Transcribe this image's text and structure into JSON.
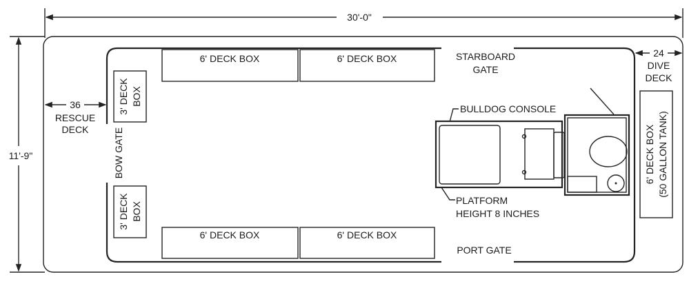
{
  "dimensions": {
    "overall_length": "30'-0\"",
    "overall_width": "11'-9\"",
    "rescue_deck_depth": "36",
    "dive_deck_depth": "24"
  },
  "labels": {
    "rescue_deck": [
      "RESCUE",
      "DECK"
    ],
    "dive_deck": [
      "DIVE",
      "DECK"
    ],
    "starboard_gate": [
      "STARBOARD",
      "GATE"
    ],
    "port_gate": "PORT GATE",
    "bow_gate": "BOW GATE",
    "bulldog_console": "BULLDOG CONSOLE",
    "platform": [
      "PLATFORM",
      "HEIGHT 8 INCHES"
    ],
    "deck_box_6": "6' DECK BOX",
    "deck_box_3": [
      "3' DECK",
      "BOX"
    ],
    "stern_deck_box": [
      "6' DECK BOX",
      "(50 GALLON TANK)"
    ]
  }
}
